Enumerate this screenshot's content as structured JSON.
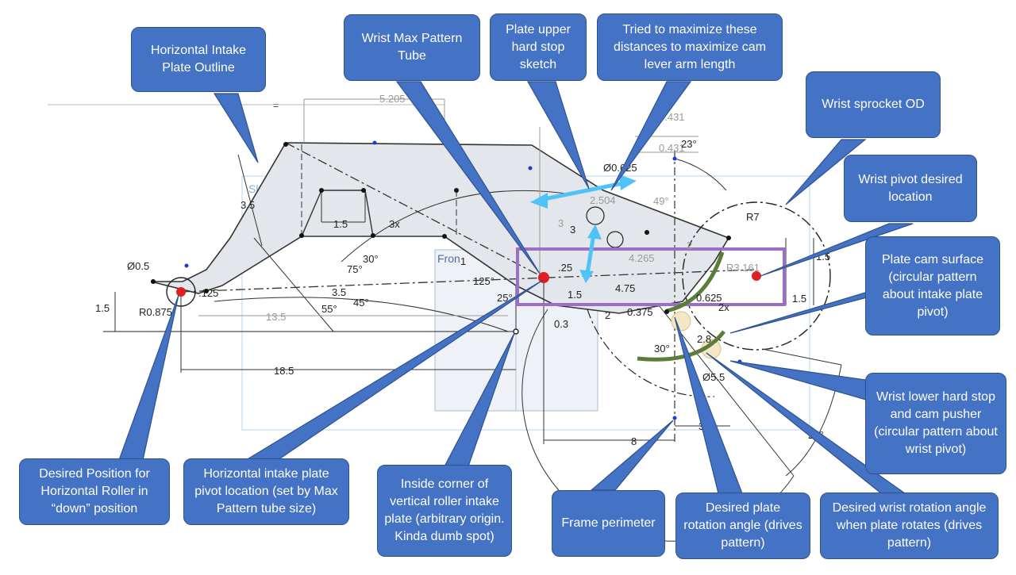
{
  "callouts": {
    "horizontal_intake_plate_outline": "Horizontal Intake Plate Outline",
    "wrist_max_pattern_tube": "Wrist Max Pattern Tube",
    "plate_upper_hard_stop_sketch": "Plate upper hard stop sketch",
    "maximize_distances": "Tried to maximize these distances to maximize cam lever arm length",
    "wrist_sprocket_od": "Wrist sprocket OD",
    "wrist_pivot_desired_location": "Wrist pivot desired location",
    "plate_cam_surface": "Plate cam surface (circular pattern about intake plate pivot)",
    "wrist_lower_hard_stop": "Wrist lower hard stop and cam pusher (circular pattern about wrist pivot)",
    "desired_position_roller": "Desired Position for Horizontal Roller in “down” position",
    "horizontal_plate_pivot": "Horizontal intake plate pivot location (set by Max Pattern tube size)",
    "inside_corner": "Inside corner of vertical roller intake plate (arbitrary origin. Kinda dumb spot)",
    "frame_perimeter": "Frame perimeter",
    "desired_plate_rotation": "Desired plate rotation angle (drives pattern)",
    "desired_wrist_rotation": "Desired wrist rotation angle when plate rotates (drives pattern)"
  },
  "labels": {
    "sketch": "Sketch",
    "front": "Fron",
    "equals": "="
  },
  "dimensions": {
    "d5205": "5.205",
    "d431a": "0.431",
    "d431b": "0.431",
    "d23a": "23°",
    "d0625a": "Ø0.625",
    "dR7": "R7",
    "d49": "49°",
    "d2504": "2.504",
    "d35": "3.5",
    "d15a": "1.5",
    "d3x": "3x",
    "d30a": "30°",
    "d75": "75°",
    "d55": "55°",
    "d45": "45°",
    "d35b": "3.5",
    "d125a": "125°",
    "d25": "25°",
    "d125b": ".125",
    "d05": "Ø0.5",
    "dR087": "R0.875",
    "d15b": "1.5",
    "d135": "13.5",
    "d185": "18.5",
    "d3a": "3",
    "d3b": "3",
    "d1": "1",
    "d025": ".25",
    "d475": "4.75",
    "d15c": "1.5",
    "d03": "0.3",
    "d0375": "0.375",
    "d2": "2",
    "d4265": "4.265",
    "dR3161": "R3.161",
    "d0625b": "0.625",
    "d2x": "2x",
    "d15d": "1.5",
    "d15e": "1.5",
    "d28": "2.8",
    "d30b": "30°",
    "d55b": "Ø5.5",
    "d8": "8",
    "d3c": "3",
    "d23b": "23°",
    "d2sm": "2"
  },
  "colors": {
    "callout_fill": "#4472c4",
    "plate_fill": "#e3e6ea",
    "purple_box": "#9b6ec8",
    "cyan_arrows": "#4fc3f7",
    "green_arcs": "#5b7d3a",
    "pivot_red": "#e02020"
  }
}
